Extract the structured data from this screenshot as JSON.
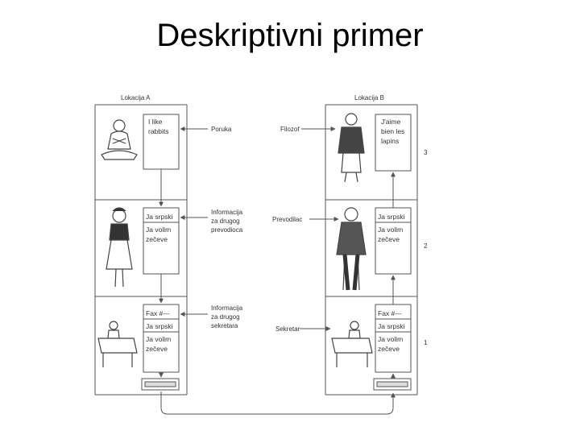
{
  "slide": {
    "title": "Deskriptivni primer"
  },
  "location_a": {
    "header": "Lokacija A",
    "philosopher_note": [
      "I like",
      "rabbits"
    ],
    "translator_note": [
      "Ja srpski",
      "Ja volim",
      "zečeve"
    ],
    "secretary_note": [
      "Fax #---",
      "Ja srpski",
      "Ja volim",
      "zečeve"
    ]
  },
  "location_b": {
    "header": "Lokacija B",
    "philosopher_note": [
      "J'aime",
      "bien les",
      "lapins"
    ],
    "translator_note": [
      "Ja srpski",
      "Ja volim",
      "zečeve"
    ],
    "secretary_note": [
      "Fax #---",
      "Ja srpski",
      "Ja volim",
      "zečeve"
    ]
  },
  "labels": {
    "poruka": "Poruka",
    "info_translator": [
      "Informacija",
      "za drugog",
      "prevodioca"
    ],
    "info_secretary": [
      "Informacija",
      "za drugog",
      "sekretara"
    ],
    "filozof": "Filozof",
    "prevodilac": "Prevodilac",
    "sekretar": "Sekretar"
  },
  "layer_numbers": [
    "3",
    "2",
    "1"
  ],
  "colors": {
    "line": "#555555",
    "figure": "#444444",
    "background": "#ffffff"
  }
}
